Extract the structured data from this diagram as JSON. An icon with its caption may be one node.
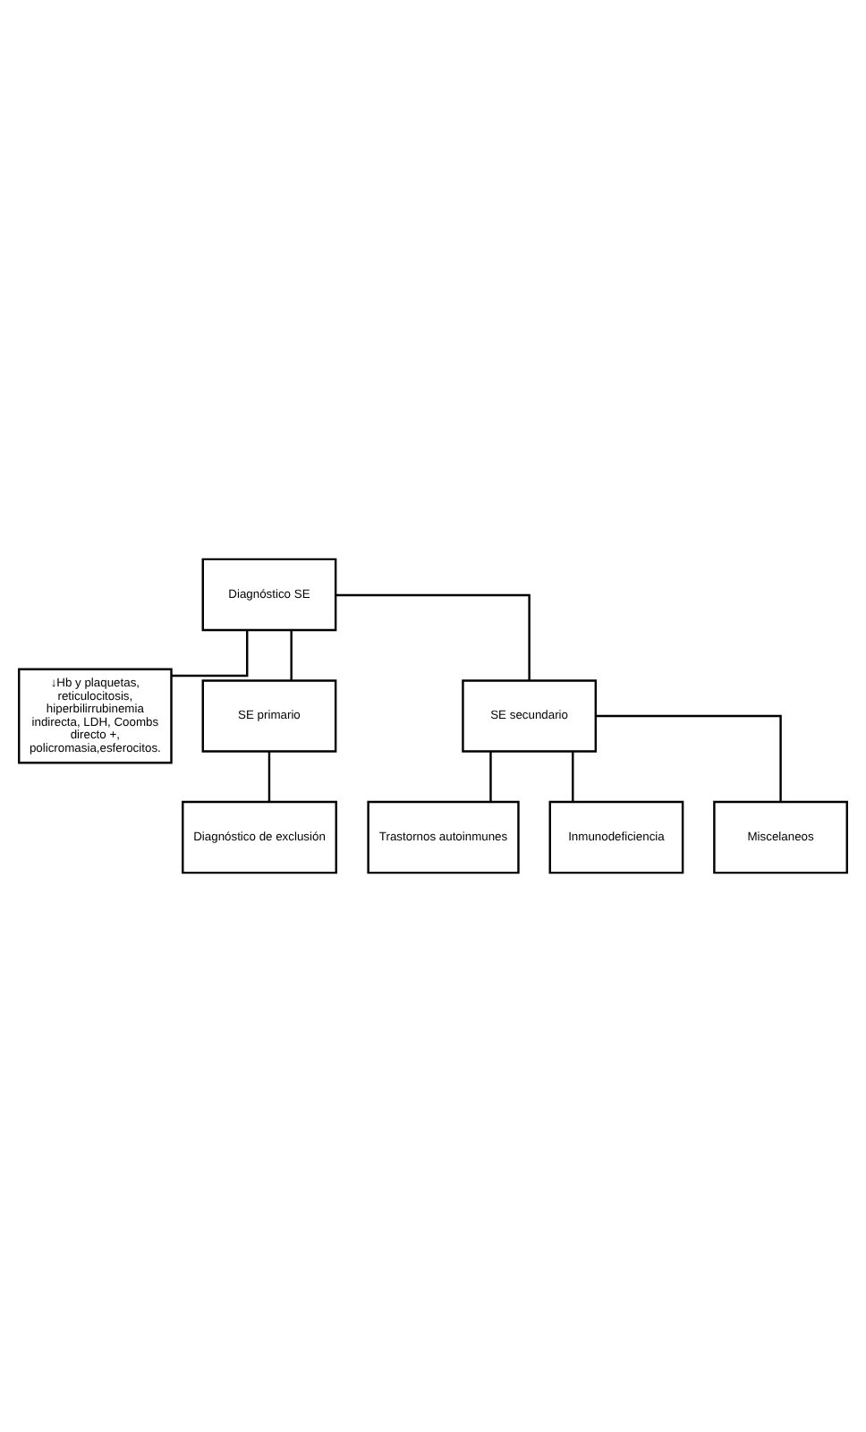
{
  "diagram": {
    "nodes": [
      {
        "text": [
          "Diagnóstico SE"
        ]
      },
      {
        "text": [
          "↓Hb y plaquetas, reticulocitosis, hiperbilirrubinemia indirecta, LDH, Coombs directo +, policromasia,esferocitos."
        ]
      },
      {
        "text": [
          "SE primario"
        ]
      },
      {
        "text": [
          "SE secundario"
        ]
      },
      {
        "text": [
          "Diagnóstico de exclusión"
        ]
      },
      {
        "text": [
          "Trastornos autoinmunes"
        ]
      },
      {
        "text": [
          "Inmunodeficiencia"
        ]
      },
      {
        "text": [
          "Miscelaneos"
        ]
      }
    ],
    "edges": [
      {
        "from": 0,
        "to": 1,
        "arrow": "none"
      },
      {
        "from": 0,
        "to": 2,
        "arrow": "none"
      },
      {
        "from": 0,
        "to": 3,
        "arrow": "none"
      },
      {
        "from": 2,
        "to": 4,
        "arrow": "none"
      },
      {
        "from": 3,
        "to": 5,
        "arrow": "none"
      },
      {
        "from": 3,
        "to": 6,
        "arrow": "none"
      },
      {
        "from": 3,
        "to": 7,
        "arrow": "none"
      }
    ]
  }
}
